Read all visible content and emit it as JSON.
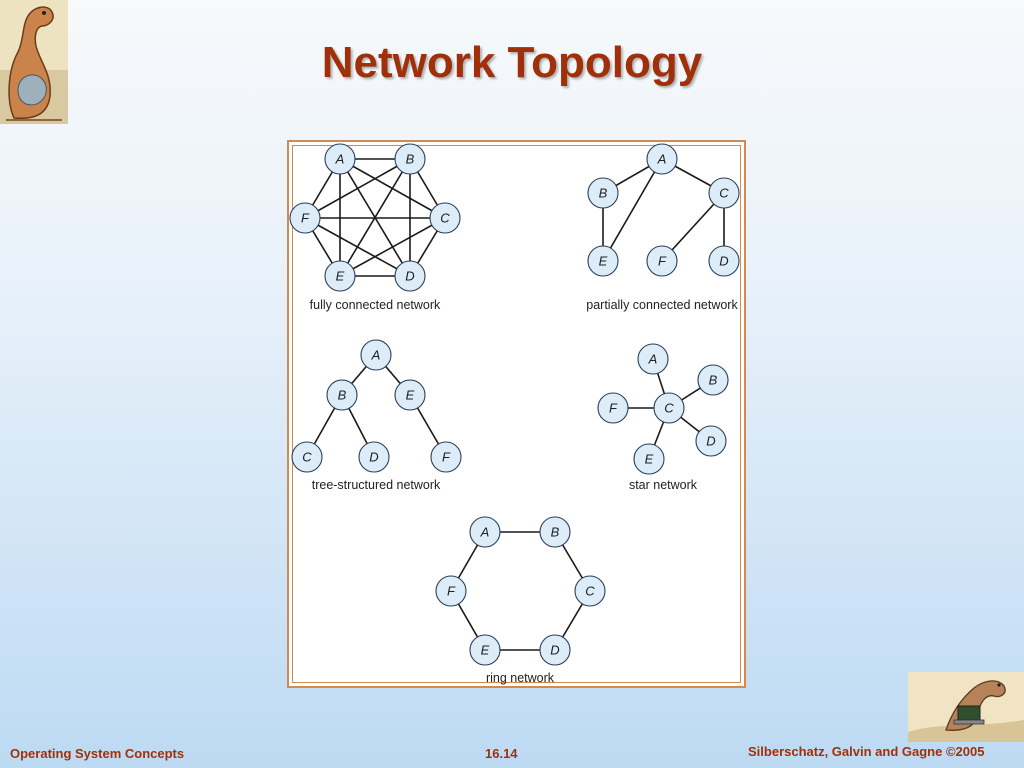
{
  "slide": {
    "title": "Network Topology"
  },
  "footer": {
    "left": "Operating System Concepts",
    "center": "16.14",
    "right": "Silberschatz, Galvin and Gagne ©2005"
  },
  "logos": {
    "top_left": "dinosaur-icon",
    "bottom_right": "dinosaur-laptop-icon"
  },
  "colors": {
    "title": "#a0300a",
    "footer": "#a0300a",
    "frame_border": "#d28a4e",
    "node_fill": "#dcecf9"
  },
  "diagrams": [
    {
      "id": "fully-connected",
      "caption": "fully connected network",
      "nodes": [
        "A",
        "B",
        "C",
        "D",
        "E",
        "F"
      ],
      "edges": [
        [
          "A",
          "B"
        ],
        [
          "A",
          "C"
        ],
        [
          "A",
          "D"
        ],
        [
          "A",
          "E"
        ],
        [
          "A",
          "F"
        ],
        [
          "B",
          "C"
        ],
        [
          "B",
          "D"
        ],
        [
          "B",
          "E"
        ],
        [
          "B",
          "F"
        ],
        [
          "C",
          "D"
        ],
        [
          "C",
          "E"
        ],
        [
          "C",
          "F"
        ],
        [
          "D",
          "E"
        ],
        [
          "D",
          "F"
        ],
        [
          "E",
          "F"
        ]
      ]
    },
    {
      "id": "partially-connected",
      "caption": "partially connected network",
      "nodes": [
        "A",
        "B",
        "C",
        "D",
        "E",
        "F"
      ],
      "edges": [
        [
          "A",
          "B"
        ],
        [
          "A",
          "C"
        ],
        [
          "A",
          "E"
        ],
        [
          "B",
          "E"
        ],
        [
          "C",
          "F"
        ],
        [
          "C",
          "D"
        ]
      ]
    },
    {
      "id": "tree-structured",
      "caption": "tree-structured network",
      "nodes": [
        "A",
        "B",
        "E",
        "C",
        "D",
        "F"
      ],
      "edges": [
        [
          "A",
          "B"
        ],
        [
          "A",
          "E"
        ],
        [
          "B",
          "C"
        ],
        [
          "B",
          "D"
        ],
        [
          "E",
          "F"
        ]
      ]
    },
    {
      "id": "star",
      "caption": "star network",
      "nodes": [
        "A",
        "B",
        "C",
        "D",
        "E",
        "F"
      ],
      "edges": [
        [
          "C",
          "A"
        ],
        [
          "C",
          "B"
        ],
        [
          "C",
          "D"
        ],
        [
          "C",
          "E"
        ],
        [
          "C",
          "F"
        ]
      ]
    },
    {
      "id": "ring",
      "caption": "ring network",
      "nodes": [
        "A",
        "B",
        "C",
        "D",
        "E",
        "F"
      ],
      "edges": [
        [
          "A",
          "B"
        ],
        [
          "B",
          "C"
        ],
        [
          "C",
          "D"
        ],
        [
          "D",
          "E"
        ],
        [
          "E",
          "F"
        ],
        [
          "F",
          "A"
        ]
      ]
    }
  ]
}
